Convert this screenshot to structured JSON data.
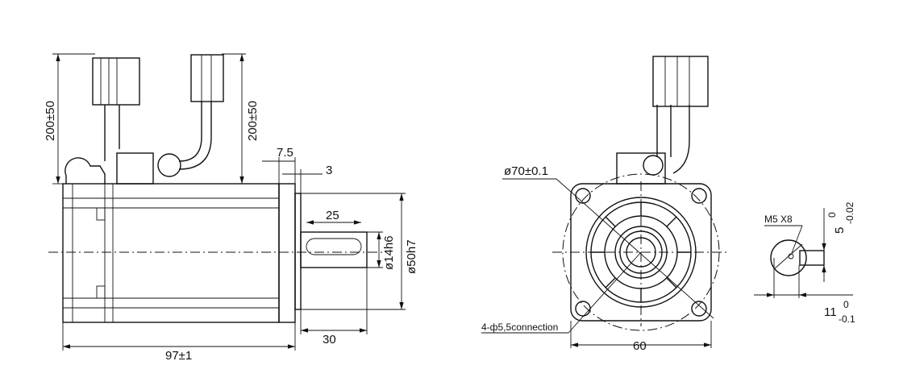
{
  "side_view": {
    "cable_length_left": "200±50",
    "cable_length_right": "200±50",
    "flange_thickness": "7.5",
    "pilot_length": "3",
    "key_length": "25",
    "shaft_diameter": "ø14h6",
    "pilot_diameter": "ø50h7",
    "shaft_length": "30",
    "body_length": "97±1"
  },
  "front_view": {
    "bolt_circle": "ø70±0.1",
    "mounting_holes": "4-ф5,5connection",
    "flange_width": "60"
  },
  "shaft_detail": {
    "thread": "M5 X8",
    "key_width": "5",
    "key_width_upper_tol": "0",
    "key_width_lower_tol": "-0.02",
    "shaft_height": "11",
    "shaft_height_upper_tol": "0",
    "shaft_height_lower_tol": "-0.1"
  }
}
